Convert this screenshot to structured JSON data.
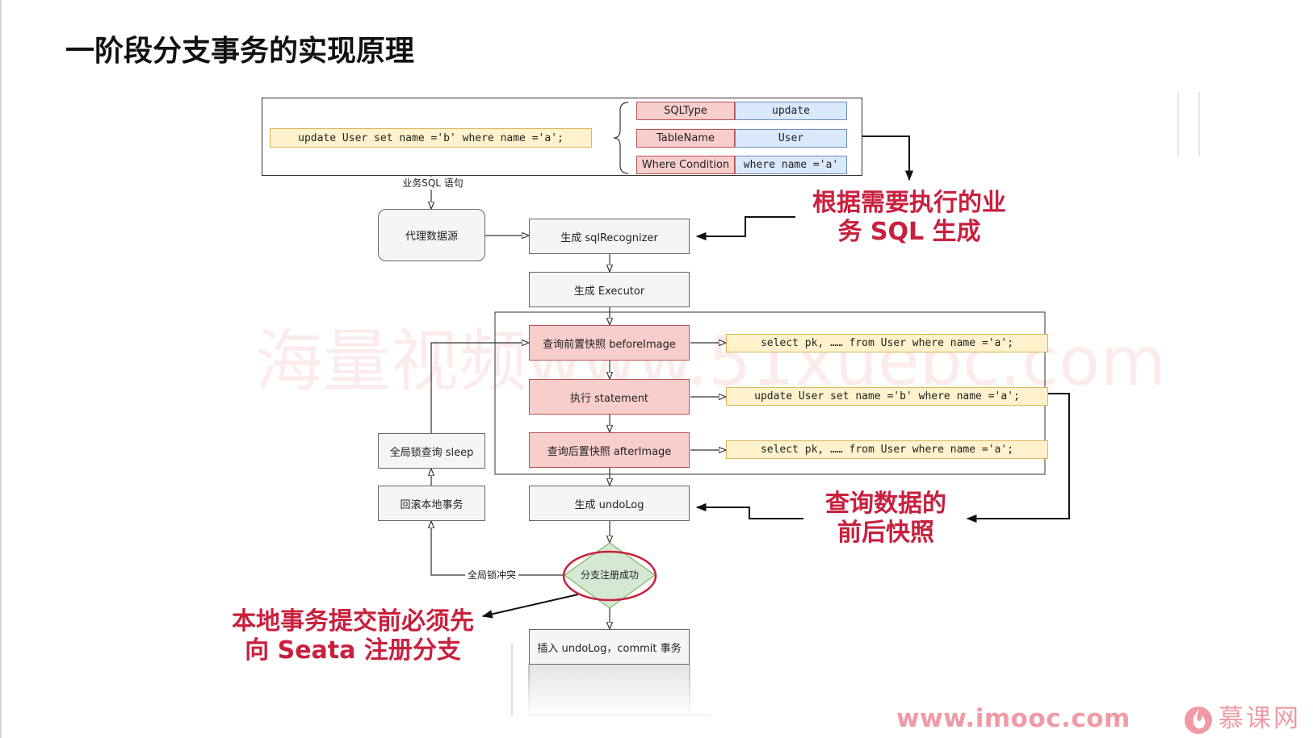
{
  "slide": {
    "title": "一阶段分支事务的实现原理",
    "watermark": "海量视频www.51xuebc.com"
  },
  "sql_panel": {
    "business_sql": "update User set name ='b' where name ='a';",
    "caption": "业务SQL 语句",
    "parse_table": [
      {
        "key": "SQLType",
        "value": "update"
      },
      {
        "key": "TableName",
        "value": "User"
      },
      {
        "key": "Where Condition",
        "value": "where name ='a'"
      }
    ]
  },
  "flow": {
    "proxy_datasource": "代理数据源",
    "sql_recognizer": "生成 sqlRecognizer",
    "executor": "生成 Executor",
    "before_image": "查询前置快照 beforeImage",
    "statement": "执行 statement",
    "after_image": "查询后置快照 afterImage",
    "undo_log": "生成 undoLog",
    "global_lock_sleep": "全局锁查询 sleep",
    "rollback_local": "回滚本地事务",
    "lock_conflict": "全局锁冲突",
    "branch_registered": "分支注册成功",
    "insert_commit": "插入 undoLog，commit 事务"
  },
  "sql_snippets": {
    "before": "select pk, …… from User where name ='a';",
    "statement": "update User set name ='b' where name ='a';",
    "after": "select pk, …… from User where name ='a';"
  },
  "annotations": {
    "recognizer_note": [
      "根据需要执行的业",
      "务 SQL 生成"
    ],
    "snapshot_note": [
      "查询数据的",
      "前后快照"
    ],
    "register_note": [
      "本地事务提交前必须先",
      "向 Seata 注册分支"
    ]
  },
  "footer": {
    "url": "www.imooc.com",
    "logo_text": "慕课网",
    "logo_icon": "flame-logo-icon"
  },
  "colors": {
    "accent": "#c8203e",
    "node_fill": "#f5f5f5",
    "highlight_fill": "#f8cecc",
    "code_fill": "#fff2cc",
    "value_fill": "#dae8fc",
    "decision_fill": "#d5e8d4",
    "footer": "#ef9aa6"
  }
}
